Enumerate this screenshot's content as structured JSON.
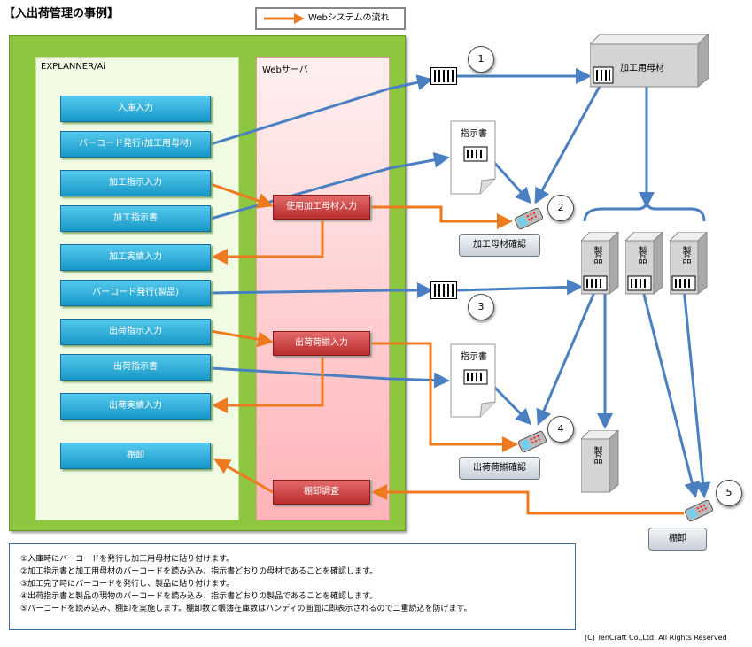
{
  "title": "【入出荷管理の事例】",
  "legend": {
    "label": "Webシステムの流れ",
    "arrow_color": "#ee7a1f"
  },
  "explanner": {
    "label": "EXPLANNER/Ai",
    "buttons": [
      "入庫入力",
      "バーコード発行(加工用母材)",
      "加工指示入力",
      "加工指示書",
      "加工実績入力",
      "バーコード発行(製品)",
      "出荷指示入力",
      "出荷指示書",
      "出荷実績入力",
      "棚卸"
    ]
  },
  "webserver": {
    "label": "Webサーバ",
    "buttons": [
      "使用加工母材入力",
      "出荷荷揃入力",
      "棚卸調査"
    ]
  },
  "documents": [
    "指示書",
    "指示書"
  ],
  "confirm_buttons": [
    "加工母材確認",
    "出荷荷揃確認",
    "棚卸"
  ],
  "storage": {
    "raw": "加工用母材",
    "products": [
      "製品",
      "製品",
      "製品",
      "製品"
    ]
  },
  "steps": [
    "1",
    "2",
    "3",
    "4",
    "5"
  ],
  "notes": [
    "①入庫時にバーコードを発行し加工用母材に貼り付けます。",
    "②加工指示書と加工用母材のバーコードを読み込み、指示書どおりの母材であることを確認します。",
    "③加工完了時にバーコードを発行し、製品に貼り付けます。",
    "④出荷指示書と製品の現物のバーコードを読み込み、指示書どおりの製品であることを確認します。",
    "⑤バーコードを読み込み、棚卸を実施します。棚卸数と帳簿在庫数はハンディの画面に即表示されるので二重読込を防げます。"
  ],
  "copyright": "(C) TenCraft Co.,Ltd. All Rights Reserved",
  "colors": {
    "blue_arrow": "#4a7fc1",
    "orange_arrow": "#ee7a1f",
    "outer": "#8dc63f"
  }
}
